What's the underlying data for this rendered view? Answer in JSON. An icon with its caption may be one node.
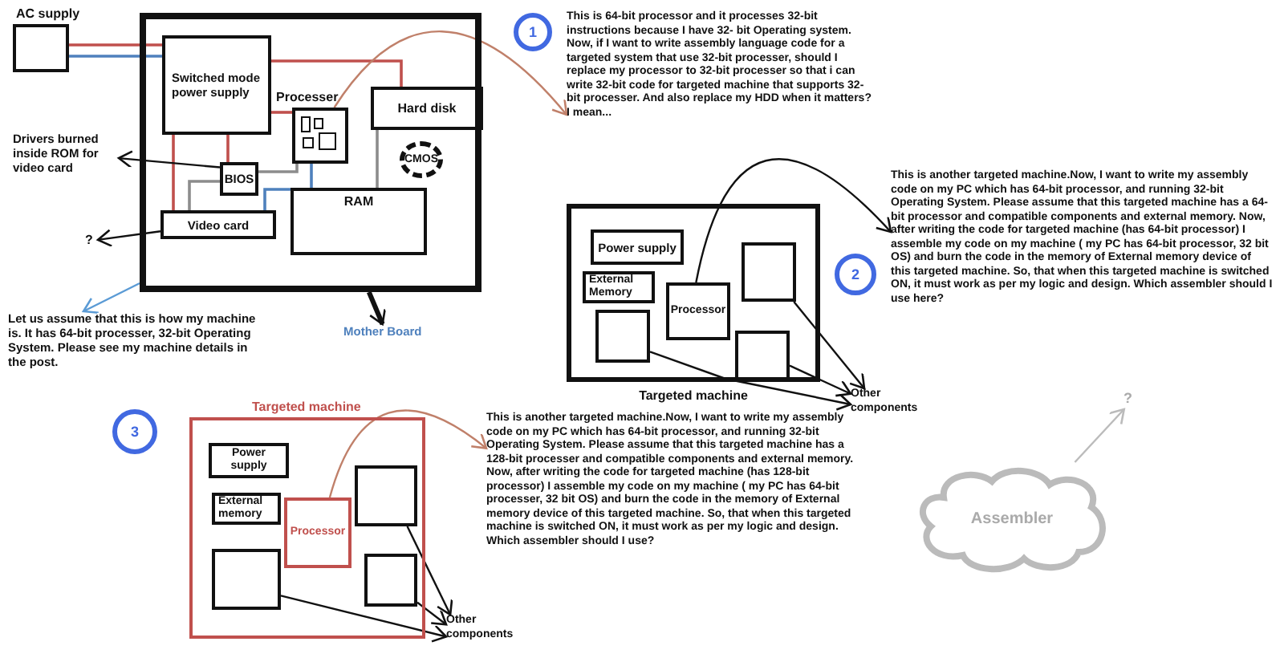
{
  "diagram": {
    "nodes": [
      {
        "text": [
          "AC supply"
        ]
      },
      {
        "text": [],
        "shape": "box"
      },
      {
        "text": [
          "Switched mode power supply"
        ],
        "in": 1
      },
      {
        "text": [
          "Processer"
        ],
        "in": 1
      },
      {
        "text": [
          "Hard disk"
        ],
        "in": 1
      },
      {
        "text": [
          "CMOS"
        ],
        "in": 1
      },
      {
        "text": [
          "BIOS"
        ],
        "in": 1
      },
      {
        "text": [
          "Video card"
        ],
        "in": 1
      },
      {
        "text": [
          "RAM"
        ],
        "in": 1
      },
      {
        "text": [
          "Drivers burned inside ROM for video card"
        ]
      },
      {
        "text": [
          "?"
        ]
      },
      {
        "text": [
          "Let us assume that this is how my machine is. It has 64-bit processer, 32-bit Operating System. Please see my machine details in the post."
        ]
      },
      {
        "text": [
          "Mother Board"
        ]
      },
      {
        "text": [
          "1"
        ]
      },
      {
        "text": [
          "This is 64-bit processor and it processes 32-bit instructions because I have 32- bit Operating system. Now, if I want to write assembly language code for a targeted system that use 32-bit processer, should I replace my processor to 32-bit processer so that i can write 32-bit code for targeted machine that supports 32-bit processer. And also replace my HDD when it matters? I mean..."
        ]
      },
      {
        "text": [
          "2"
        ]
      },
      {
        "text": [
          "This is another targeted machine.Now, I want to write my assembly code on my PC which has 64-bit processor, and running 32-bit Operating System. Please assume that this targeted machine has a 64-bit processor and compatible components and external memory.  Now, after writing the code for targeted machine (has 64-bit processor) I assemble my code on my machine ( my PC has 64-bit processor, 32 bit OS) and burn the code in the memory of External memory device of this targeted machine. So, that when this targeted machine is switched ON, it must work as per my logic and design. Which assembler should I use here?"
        ]
      },
      {
        "text": [
          "Targeted machine"
        ]
      },
      {
        "text": [
          "Power supply"
        ],
        "in": 17
      },
      {
        "text": [
          "External Memory"
        ],
        "in": 17
      },
      {
        "text": [
          "Processor"
        ],
        "in": 17
      },
      {
        "text": [],
        "shape": "box",
        "in": 17
      },
      {
        "text": [],
        "shape": "box",
        "in": 17
      },
      {
        "text": [],
        "shape": "box",
        "in": 17
      },
      {
        "text": [
          "Other components"
        ]
      },
      {
        "text": [
          "3"
        ]
      },
      {
        "text": [
          "Targeted machine"
        ]
      },
      {
        "text": [
          "Power supply"
        ],
        "in": 26
      },
      {
        "text": [
          "External memory"
        ],
        "in": 26
      },
      {
        "text": [
          "Processor"
        ],
        "in": 26
      },
      {
        "text": [],
        "shape": "box",
        "in": 26
      },
      {
        "text": [],
        "shape": "box",
        "in": 26
      },
      {
        "text": [],
        "shape": "box",
        "in": 26
      },
      {
        "text": [
          "Other components"
        ]
      },
      {
        "text": [
          "This is another targeted machine.Now, I want to write my assembly code on my PC which has 64-bit processor, and running 32-bit Operating System. Please assume that this targeted machine has a 128-bit processer and compatible components and external memory.  Now, after writing the code for targeted machine (has 128-bit processor) I assemble my code on my machine ( my PC has 64-bit processer, 32 bit OS) and burn the code in the memory of External memory device of this targeted machine. So, that when this targeted machine is switched ON, it must work as per my logic and design. Which assembler should I use?"
        ]
      },
      {
        "text": [
          "Assembler"
        ]
      },
      {
        "text": [
          "?"
        ]
      }
    ],
    "edges": [
      {
        "from": 0,
        "to": 2,
        "arrow": "none",
        "color": "#c0504d"
      },
      {
        "from": 0,
        "to": 2,
        "arrow": "none",
        "color": "#4f81bd"
      },
      {
        "from": 2,
        "to": 3,
        "arrow": "none",
        "color": "#c0504d"
      },
      {
        "from": 2,
        "to": 6,
        "arrow": "none",
        "color": "#c0504d"
      },
      {
        "from": 2,
        "to": 7,
        "arrow": "none",
        "color": "#c0504d"
      },
      {
        "from": 2,
        "to": 4,
        "arrow": "none",
        "color": "#c0504d"
      },
      {
        "from": 6,
        "to": 3,
        "arrow": "none",
        "color": "#8c8c8c"
      },
      {
        "from": 6,
        "to": 7,
        "arrow": "none",
        "color": "#8c8c8c"
      },
      {
        "from": 3,
        "to": 8,
        "arrow": "none",
        "color": "#4f81bd"
      },
      {
        "from": 8,
        "to": 7,
        "arrow": "none",
        "color": "#4f81bd"
      },
      {
        "from": 4,
        "to": 8,
        "arrow": "none",
        "color": "#8c8c8c"
      },
      {
        "from": 6,
        "to": 9,
        "arrow": "to"
      },
      {
        "from": 7,
        "to": 10,
        "arrow": "to"
      },
      {
        "from": 1,
        "to": 11,
        "arrow": "to",
        "color": "#5b9bd5"
      },
      {
        "from": 1,
        "to": 12,
        "arrow": "to",
        "style": "thick"
      },
      {
        "from": 3,
        "to": 14,
        "arrow": "to",
        "color": "#c0806a"
      },
      {
        "from": 20,
        "to": 16,
        "arrow": "to"
      },
      {
        "from": 21,
        "to": 24,
        "arrow": "to"
      },
      {
        "from": 23,
        "to": 24,
        "arrow": "to"
      },
      {
        "from": 22,
        "to": 24,
        "arrow": "to"
      },
      {
        "from": 29,
        "to": 34,
        "arrow": "to",
        "color": "#c0806a"
      },
      {
        "from": 30,
        "to": 33,
        "arrow": "to"
      },
      {
        "from": 32,
        "to": 33,
        "arrow": "to"
      },
      {
        "from": 31,
        "to": 33,
        "arrow": "to"
      },
      {
        "from": 35,
        "to": 36,
        "arrow": "to",
        "color": "#bbbbbb"
      }
    ]
  }
}
